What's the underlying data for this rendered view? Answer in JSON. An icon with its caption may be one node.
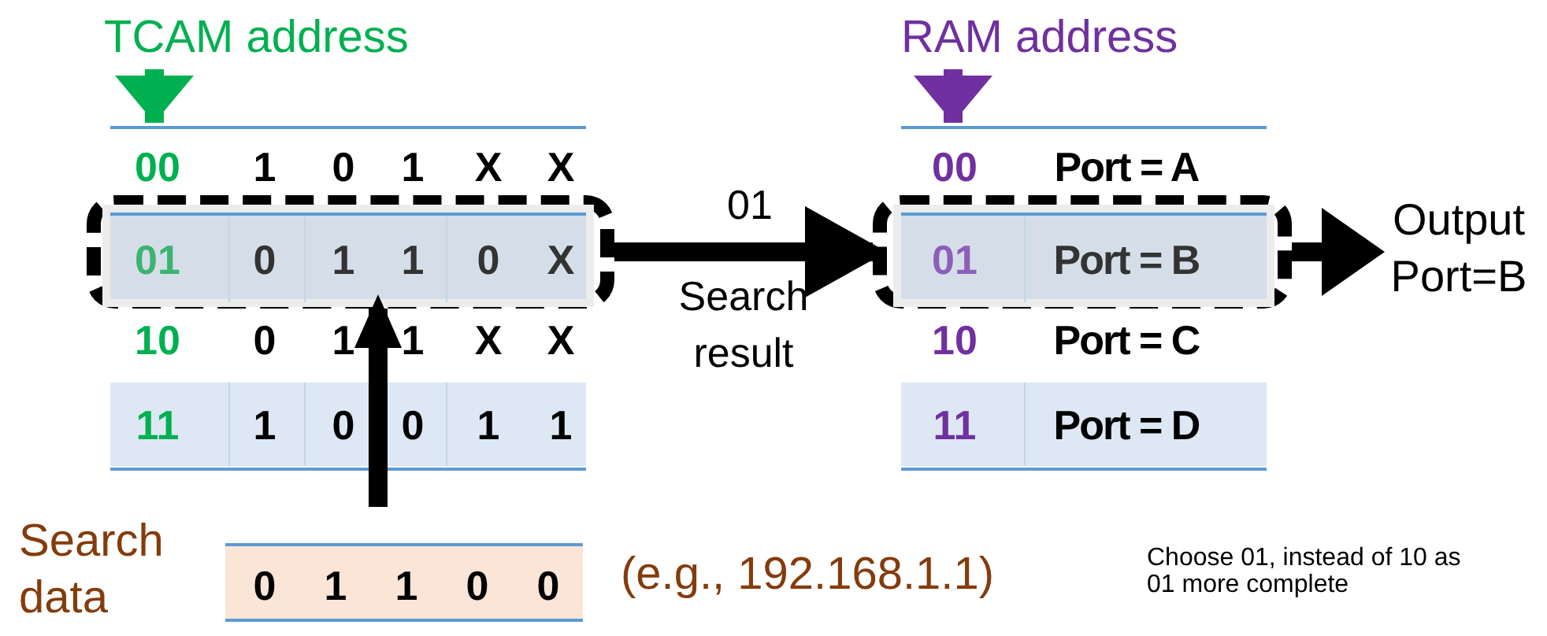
{
  "diagram": {
    "nodes": [
      {
        "text": [
          "TCAM address"
        ]
      },
      {
        "text": [
          "00",
          "1",
          "0",
          "1",
          "X",
          "X",
          "10",
          "0",
          "1",
          "1",
          "X",
          "X",
          "11",
          "1",
          "0",
          "0",
          "1",
          "1"
        ]
      },
      {
        "text": [
          "01",
          "0",
          "1",
          "1",
          "0",
          "X"
        ],
        "in": 1
      },
      {
        "text": [
          "RAM address"
        ]
      },
      {
        "text": [
          "00",
          "Port = A",
          "10",
          "Port = C",
          "11",
          "Port = D"
        ]
      },
      {
        "text": [
          "01",
          "Port = B"
        ],
        "in": 4
      },
      {
        "text": [
          "Search data",
          "0",
          "1",
          "1",
          "0",
          "0"
        ],
        "beside": [
          "(e.g., 192.168.1.1)"
        ]
      },
      {
        "text": [
          "Output Port=B"
        ]
      }
    ],
    "edges": [
      {
        "from": 0,
        "to": 1,
        "arrow": "to",
        "color": "#00b050"
      },
      {
        "from": 3,
        "to": 4,
        "arrow": "to",
        "color": "#7030a0"
      },
      {
        "from": 6,
        "to": 2,
        "arrow": "to"
      },
      {
        "from": 2,
        "to": 5,
        "arrow": "to",
        "label": "01"
      },
      {
        "from": 5,
        "to": 7,
        "arrow": "to"
      }
    ],
    "labels": [
      "Search result",
      "Choose 01, instead of 10 as 01 more complete"
    ]
  }
}
